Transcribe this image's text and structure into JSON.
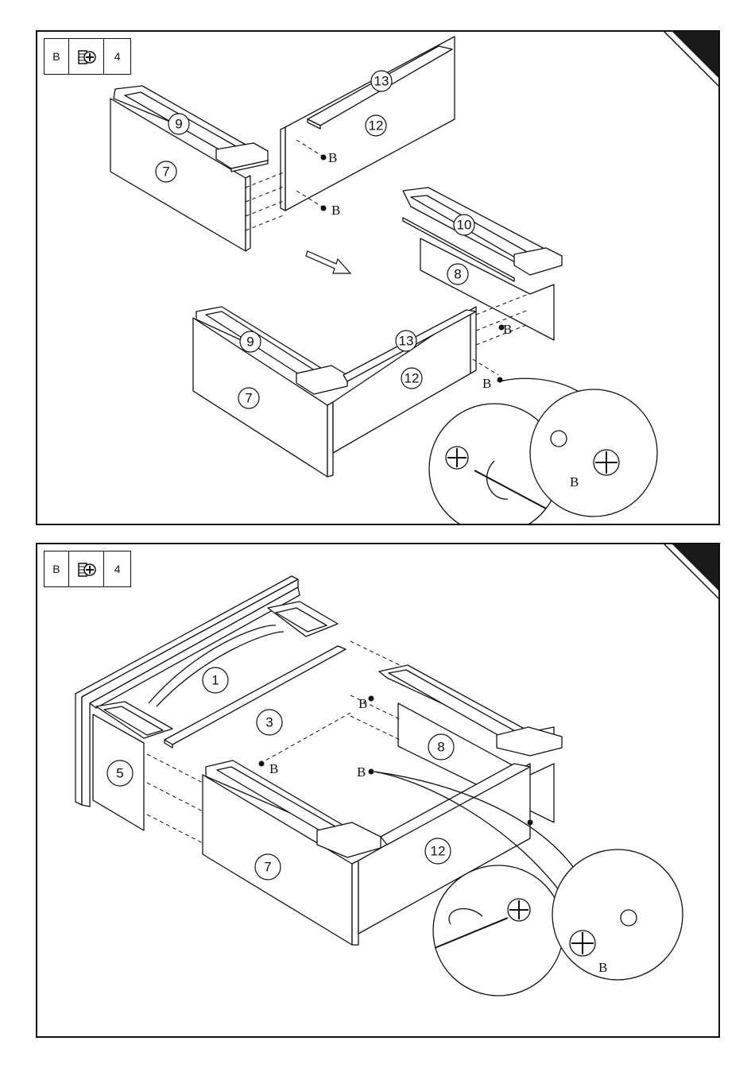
{
  "steps": [
    {
      "hardware": {
        "letter": "B",
        "icon": "cam-lock-icon",
        "count": "4"
      },
      "labels": {
        "p13": "13",
        "p12": "12",
        "p9": "9",
        "p7": "7",
        "p10": "10",
        "p8": "8",
        "p9b": "9",
        "p13b": "13",
        "p7b": "7",
        "p12b": "12"
      },
      "hardware_labels": [
        "B",
        "B",
        "B",
        "B",
        "B"
      ]
    },
    {
      "hardware": {
        "letter": "B",
        "icon": "cam-lock-icon",
        "count": "4"
      },
      "labels": {
        "p1": "1",
        "p3": "3",
        "p5": "5",
        "p8": "8",
        "p7": "7",
        "p12": "12"
      },
      "hardware_labels": [
        "B",
        "B",
        "B",
        "B"
      ]
    }
  ]
}
